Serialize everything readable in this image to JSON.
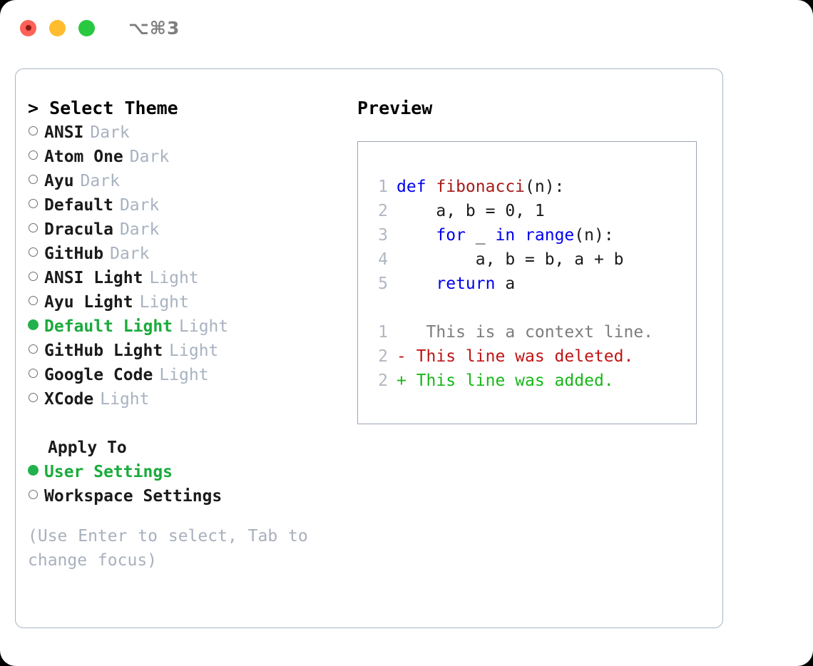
{
  "titlebar": {
    "shortcut": "⌥⌘3",
    "buttons": [
      "close",
      "minimize",
      "maximize"
    ]
  },
  "left": {
    "header": "> Select Theme",
    "themes": [
      {
        "name": "ANSI",
        "tag": "Dark",
        "selected": false
      },
      {
        "name": "Atom One",
        "tag": "Dark",
        "selected": false
      },
      {
        "name": "Ayu",
        "tag": "Dark",
        "selected": false
      },
      {
        "name": "Default",
        "tag": "Dark",
        "selected": false
      },
      {
        "name": "Dracula",
        "tag": "Dark",
        "selected": false
      },
      {
        "name": "GitHub",
        "tag": "Dark",
        "selected": false
      },
      {
        "name": "ANSI Light",
        "tag": "Light",
        "selected": false
      },
      {
        "name": "Ayu Light",
        "tag": "Light",
        "selected": false
      },
      {
        "name": "Default Light",
        "tag": "Light",
        "selected": true
      },
      {
        "name": "GitHub Light",
        "tag": "Light",
        "selected": false
      },
      {
        "name": "Google Code",
        "tag": "Light",
        "selected": false
      },
      {
        "name": "XCode",
        "tag": "Light",
        "selected": false
      }
    ],
    "apply_to_header": "Apply To",
    "apply_options": [
      {
        "name": "User Settings",
        "selected": true
      },
      {
        "name": "Workspace Settings",
        "selected": false
      }
    ],
    "hint": "(Use Enter to select, Tab to change focus)"
  },
  "right": {
    "preview_title": "Preview",
    "code_lines": [
      {
        "num": "1",
        "tokens": [
          {
            "t": "def ",
            "c": "kw"
          },
          {
            "t": "fibonacci",
            "c": "fn"
          },
          {
            "t": "(n):",
            "c": "plain"
          }
        ]
      },
      {
        "num": "2",
        "tokens": [
          {
            "t": "    a, b = 0, 1",
            "c": "plain"
          }
        ]
      },
      {
        "num": "3",
        "tokens": [
          {
            "t": "    ",
            "c": "plain"
          },
          {
            "t": "for",
            "c": "kw"
          },
          {
            "t": " _ ",
            "c": "plain"
          },
          {
            "t": "in",
            "c": "kw"
          },
          {
            "t": " ",
            "c": "plain"
          },
          {
            "t": "range",
            "c": "kw"
          },
          {
            "t": "(n):",
            "c": "plain"
          }
        ]
      },
      {
        "num": "4",
        "tokens": [
          {
            "t": "        a, b = b, a + b",
            "c": "plain"
          }
        ]
      },
      {
        "num": "5",
        "tokens": [
          {
            "t": "    ",
            "c": "plain"
          },
          {
            "t": "return",
            "c": "kw"
          },
          {
            "t": " a",
            "c": "plain"
          }
        ]
      }
    ],
    "diff_lines": [
      {
        "num": "1",
        "marker": " ",
        "text": "  This is a context line.",
        "kind": "ctx"
      },
      {
        "num": "2",
        "marker": "-",
        "text": " This line was deleted.",
        "kind": "del"
      },
      {
        "num": "2",
        "marker": "+",
        "text": " This line was added.",
        "kind": "add"
      }
    ]
  },
  "colors": {
    "accent_green": "#22b14c",
    "keyword_blue": "#0000ee",
    "function_red": "#a61b1b",
    "diff_delete": "#c01414",
    "diff_add": "#17b817",
    "muted_gray": "#a8b2c0",
    "border": "#aab4c4"
  }
}
